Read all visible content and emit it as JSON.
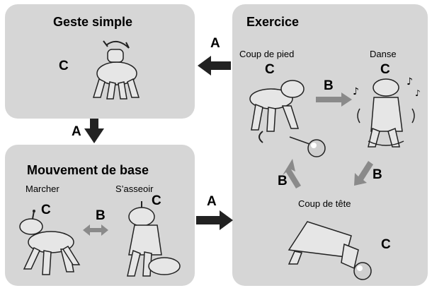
{
  "panels": {
    "simple": {
      "title": "Geste simple",
      "marker": "C"
    },
    "base": {
      "title": "Mouvement de base",
      "walk": {
        "label": "Marcher",
        "marker": "C"
      },
      "sit": {
        "label": "S’asseoir",
        "marker": "C"
      },
      "link_marker": "B"
    },
    "exercise": {
      "title": "Exercice",
      "kick": {
        "label": "Coup de pied",
        "marker": "C"
      },
      "dance": {
        "label": "Danse",
        "marker": "C"
      },
      "head": {
        "label": "Coup de tête",
        "marker": "C"
      },
      "arrow_kick_dance": "B",
      "arrow_dance_head": "B",
      "arrow_head_kick": "B"
    }
  },
  "transitions": {
    "exercise_to_simple": "A",
    "simple_to_base": "A",
    "base_to_exercise": "A"
  },
  "colors": {
    "panel": "#d6d6d6",
    "arrow_dark": "#222222",
    "arrow_gray": "#8a8a8a"
  }
}
